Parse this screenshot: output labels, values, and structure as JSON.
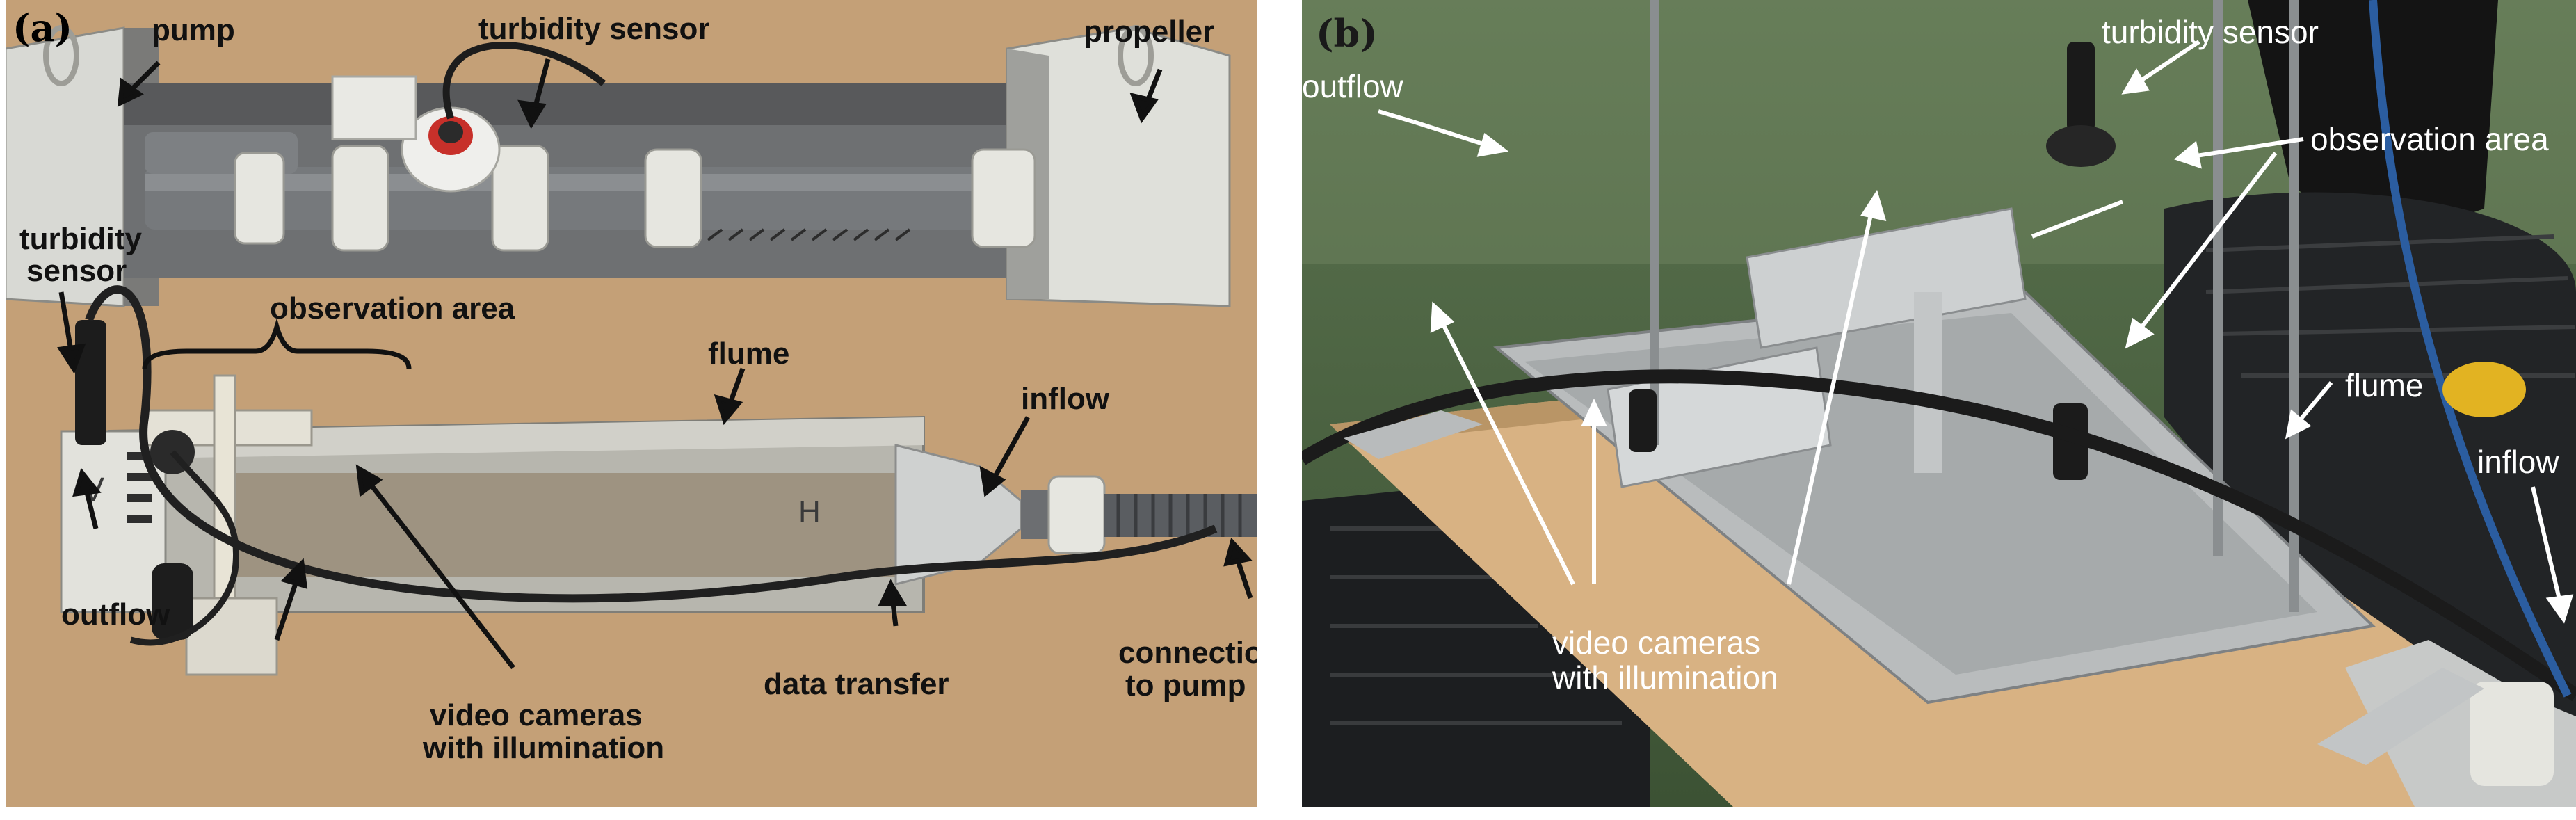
{
  "panel_a": {
    "panel_label": "(a)",
    "labels": {
      "pump": "pump",
      "turbidity_sensor_top": "turbidity sensor",
      "propeller": "propeller",
      "turbidity_sensor_side_1": "turbidity",
      "turbidity_sensor_side_2": "sensor",
      "observation_area": "observation area",
      "flume": "flume",
      "inflow": "inflow",
      "outflow": "outflow",
      "connection_1": "connection",
      "connection_2": "to pump",
      "data_transfer": "data transfer",
      "video_1": "video cameras",
      "video_2": "with illumination"
    },
    "flume_marks": {
      "left_letter": "V",
      "right_letter": "H"
    }
  },
  "panel_b": {
    "panel_label": "(b)",
    "labels": {
      "turbidity_sensor": "turbidity sensor",
      "outflow": "outflow",
      "observation_area": "observation area",
      "flume": "flume",
      "inflow": "inflow",
      "video_1": "video cameras",
      "video_2": "with illumination"
    }
  },
  "colors": {
    "board": "#c7a27a",
    "water": "#4f6a46",
    "metal": "#c9cccd",
    "tire": "#202224",
    "wood": "#d9b383"
  }
}
